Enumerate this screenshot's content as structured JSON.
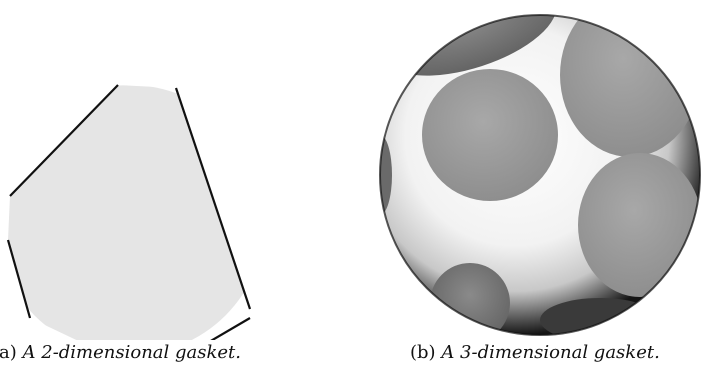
{
  "figure": {
    "panels": [
      {
        "label": "(a)",
        "caption": "A 2-dimensional gasket."
      },
      {
        "label": "(b)",
        "caption": "A 3-dimensional gasket."
      }
    ]
  },
  "colors": {
    "gasket_2d_fill": "#e5e5e5",
    "gasket_2d_edges": "#111111",
    "sphere_highlight": "#ffffff",
    "sphere_shadow": "#1a1a1a",
    "cap_gray": "#8a8a8a"
  }
}
